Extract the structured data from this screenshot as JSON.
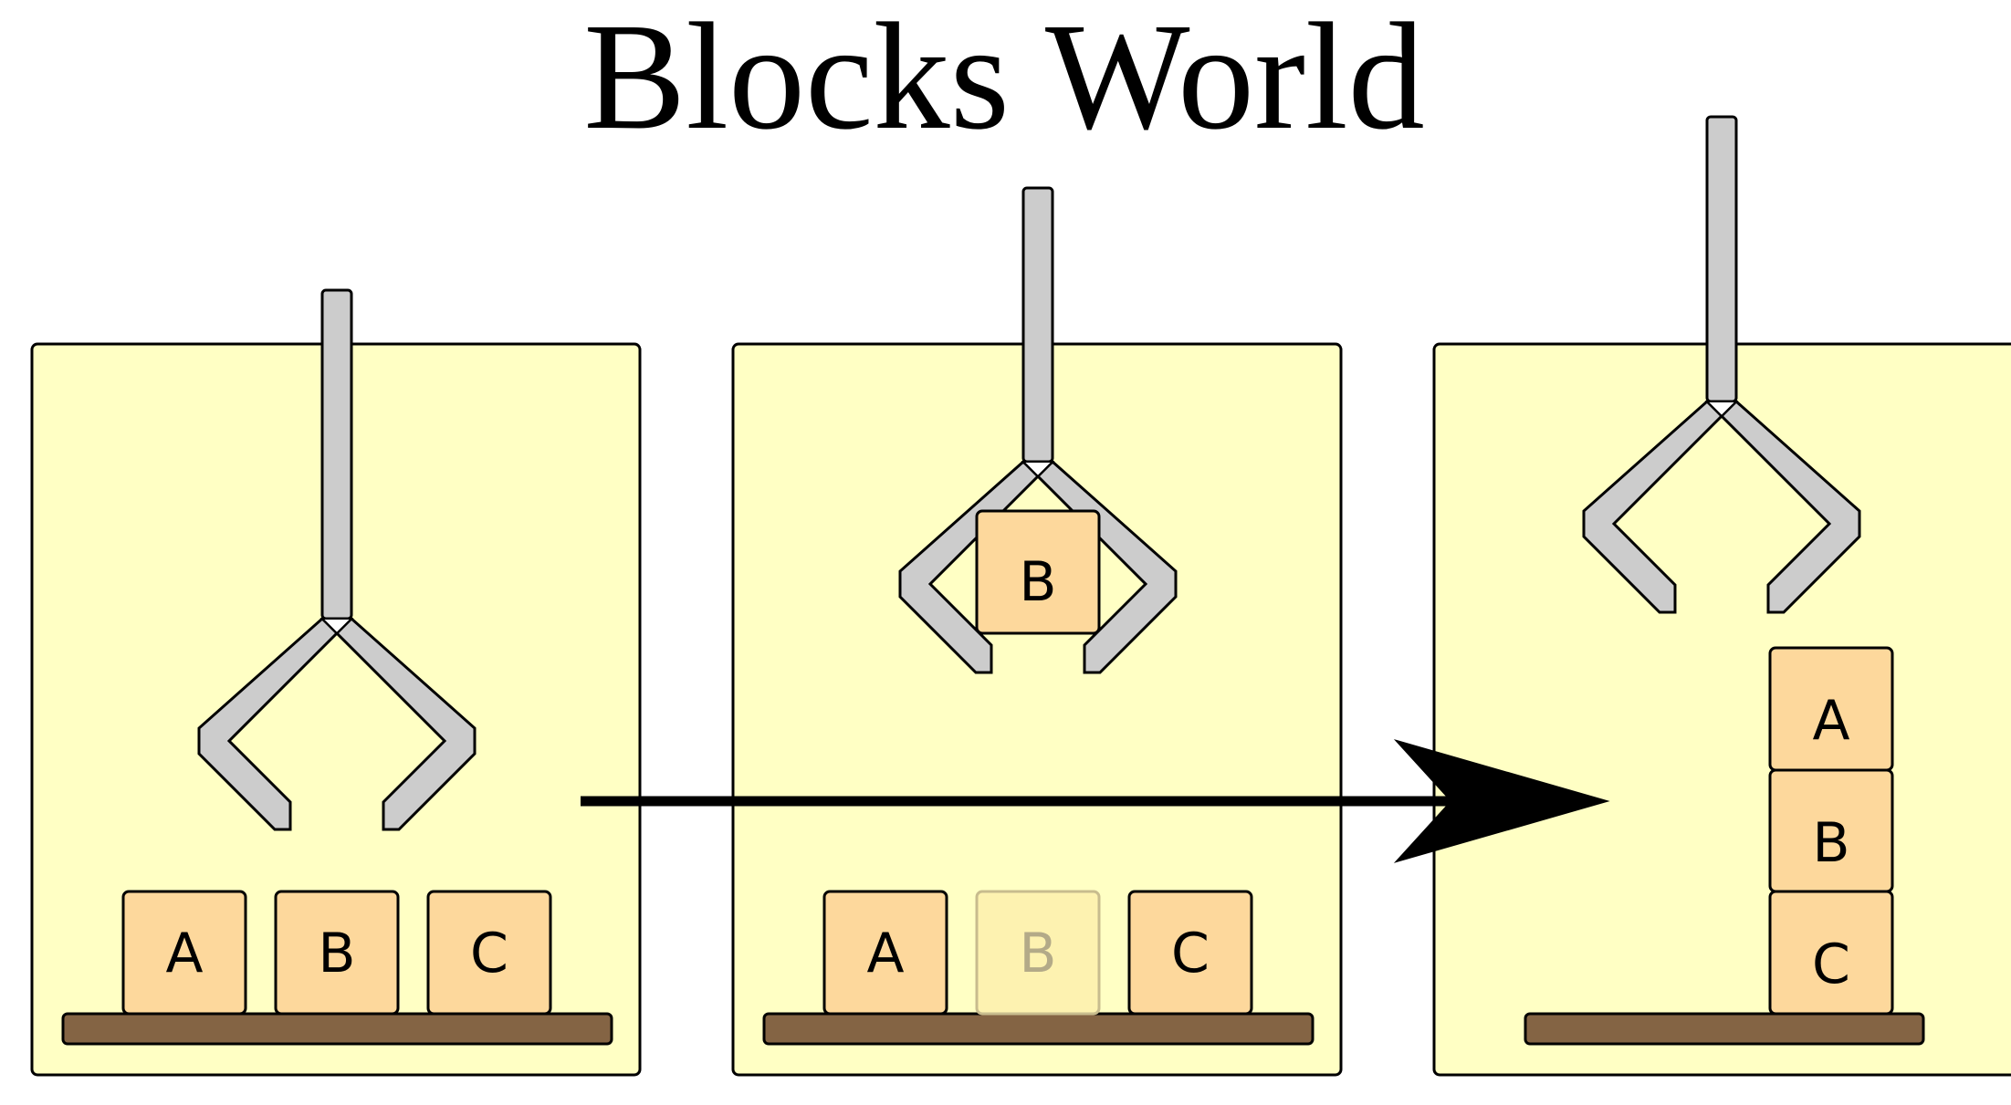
{
  "title": "Blocks World",
  "colors": {
    "panel": "#FFFFC4",
    "block": "#FDD89C",
    "block_ghost": "#FDF2B0",
    "ghost_outline": "#C8BC8E",
    "table": "#846444",
    "gripper": "#CCCCCC",
    "outline": "#000000"
  },
  "panels": [
    {
      "name": "initial-state",
      "table_blocks": [
        "A",
        "B",
        "C"
      ],
      "held_block": "",
      "stack": []
    },
    {
      "name": "holding-b",
      "table_blocks": [
        "A",
        "B",
        "C"
      ],
      "ghost_block": "B",
      "held_block": "B",
      "stack": []
    },
    {
      "name": "goal-state",
      "table_blocks": [],
      "held_block": "",
      "stack": [
        "A",
        "B",
        "C"
      ]
    }
  ]
}
